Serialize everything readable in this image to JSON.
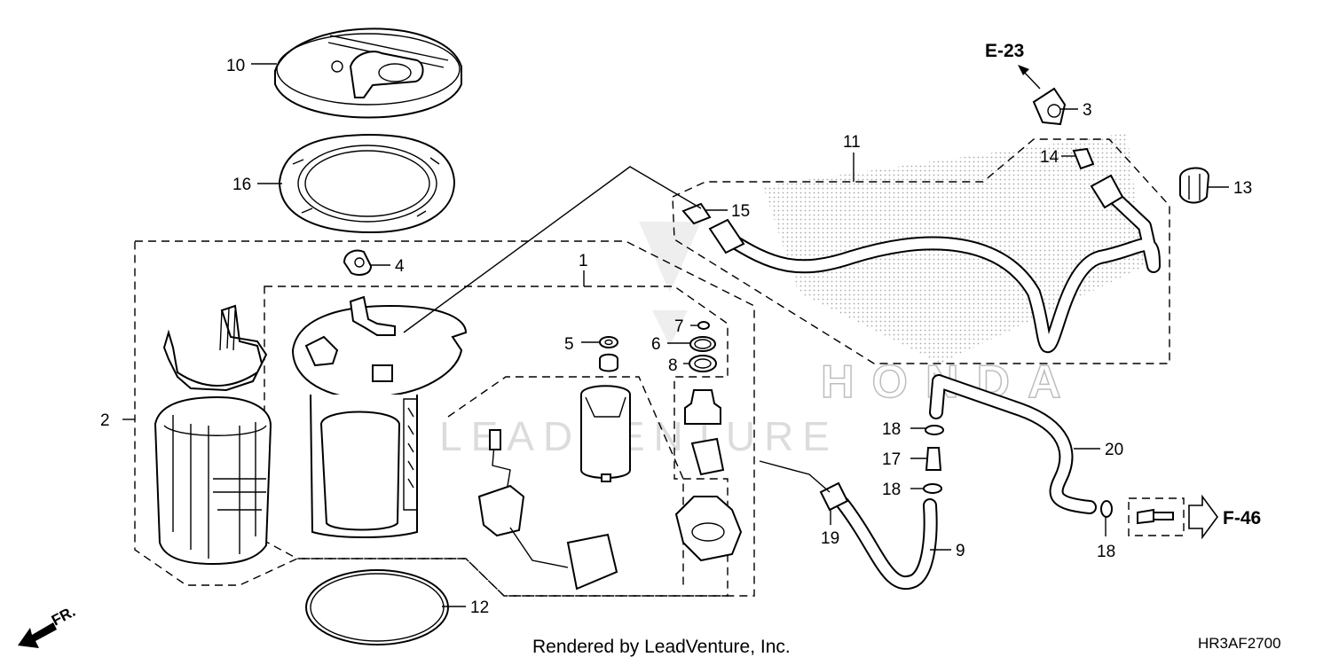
{
  "diagram": {
    "code": "HR3AF2700",
    "credit": "Rendered by LeadVenture, Inc.",
    "watermark": {
      "brand": "HONDA",
      "overlay": "LEADVENTURE"
    },
    "direction_label": "FR.",
    "references": {
      "e23": "E-23",
      "f46": "F-46"
    },
    "callouts": {
      "p1": "1",
      "p2": "2",
      "p3": "3",
      "p4": "4",
      "p5": "5",
      "p6": "6",
      "p7": "7",
      "p8": "8",
      "p9": "9",
      "p10": "10",
      "p11": "11",
      "p12": "12",
      "p13": "13",
      "p14": "14",
      "p15": "15",
      "p16": "16",
      "p17": "17",
      "p18a": "18",
      "p18b": "18",
      "p18c": "18",
      "p19": "19",
      "p20": "20"
    },
    "colors": {
      "line": "#000000",
      "background": "#ffffff",
      "watermark": "#d9d9d9"
    }
  }
}
